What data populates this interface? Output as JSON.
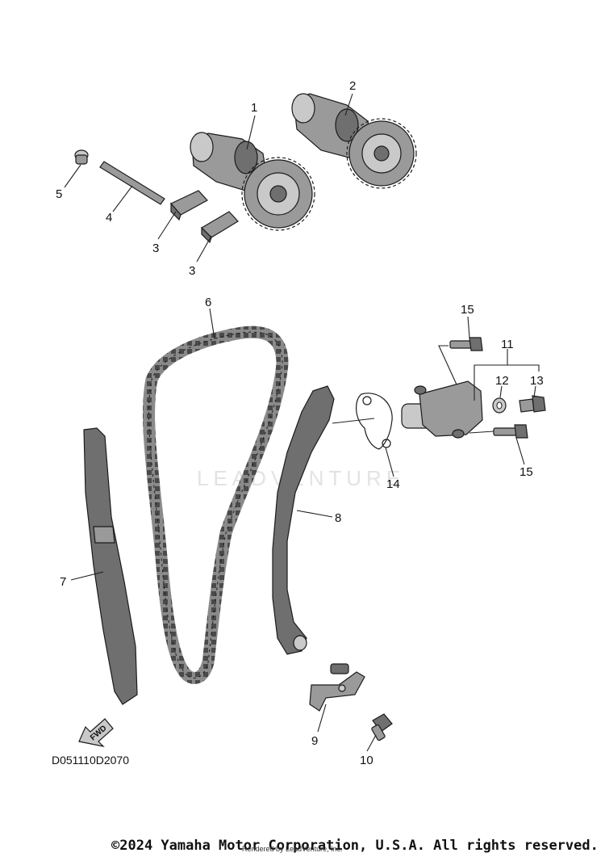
{
  "diagram": {
    "drawing_code": "D051110D2070",
    "fwd_label": "FWD",
    "watermark_text": "LEADVENTURE",
    "callouts": [
      "1",
      "2",
      "3",
      "3",
      "4",
      "5",
      "6",
      "7",
      "8",
      "9",
      "10",
      "11",
      "12",
      "13",
      "14",
      "15",
      "15"
    ]
  },
  "footer": {
    "copyright": "©2024 Yamaha Motor Corporation, U.S.A. All rights reserved.",
    "rendered_by": "Rendered by LeadVenture, Inc."
  },
  "colors": {
    "ink": "#111111",
    "part_dark": "#6f6f6f",
    "part_mid": "#9a9a9a",
    "part_light": "#c9c9c9"
  }
}
